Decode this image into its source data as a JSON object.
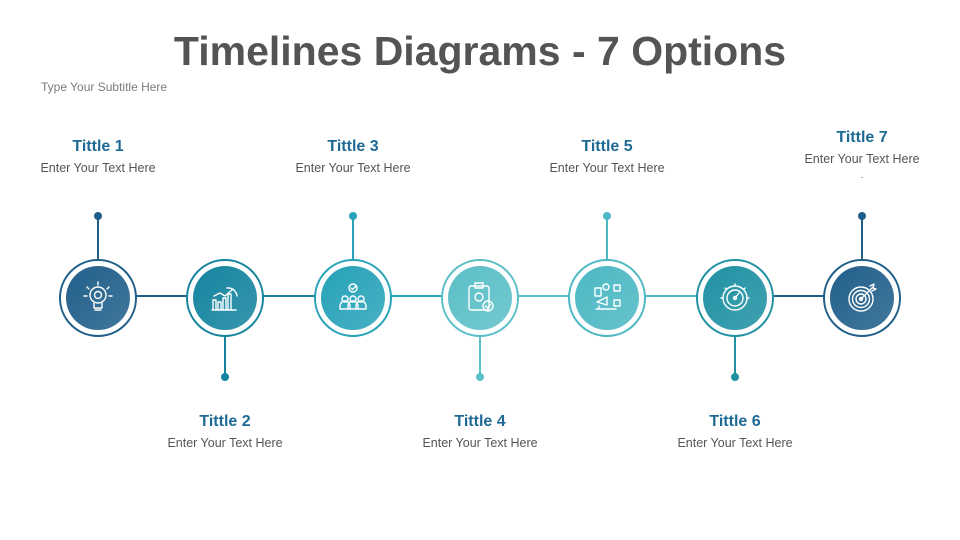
{
  "title": "Timelines Diagrams - 7 Options",
  "subtitle": "Type Your Subtitle Here",
  "items": [
    {
      "title": "Tittle 1",
      "text": "Enter Your Text Here",
      "icon": "lightbulb-icon",
      "color": "#215f8a",
      "position": "top"
    },
    {
      "title": "Tittle 2",
      "text": "Enter Your Text Here",
      "icon": "growth-chart-icon",
      "color": "#15849f",
      "position": "bottom"
    },
    {
      "title": "Tittle 3",
      "text": "Enter Your Text Here",
      "icon": "team-icon",
      "color": "#27a2b8",
      "position": "top"
    },
    {
      "title": "Tittle 4",
      "text": "Enter Your Text Here",
      "icon": "clipboard-settings-icon",
      "color": "#5bbfc7",
      "position": "bottom"
    },
    {
      "title": "Tittle 5",
      "text": "Enter Your Text Here",
      "icon": "digital-marketing-icon",
      "color": "#4cb8c3",
      "position": "top"
    },
    {
      "title": "Tittle 6",
      "text": "Enter Your Text Here",
      "icon": "speedometer-gear-icon",
      "color": "#1f91a3",
      "position": "bottom"
    },
    {
      "title": "Tittle 7",
      "text": "Enter Your Text Here",
      "extra": ".",
      "icon": "target-icon",
      "color": "#215f8a",
      "position": "top"
    }
  ]
}
